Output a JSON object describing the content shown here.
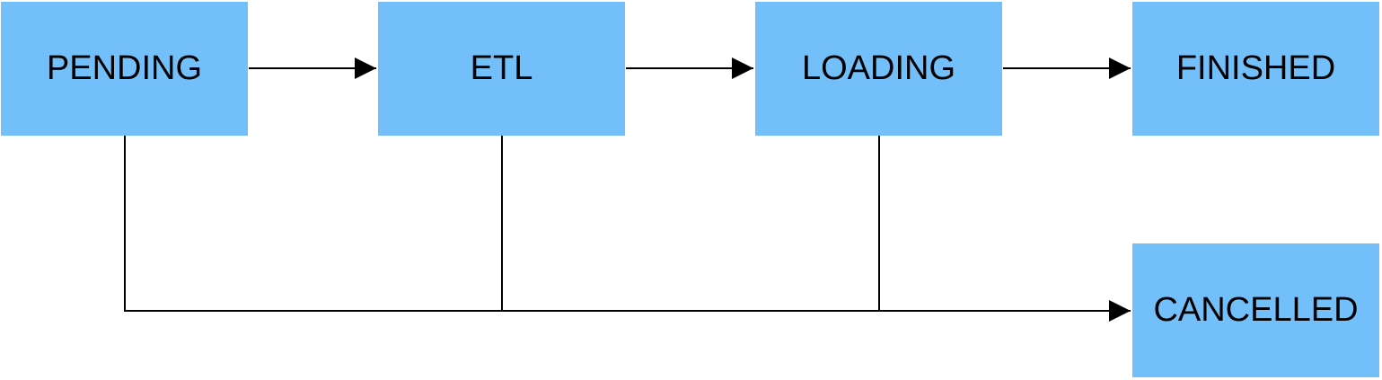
{
  "diagram": {
    "nodes": {
      "pending": "PENDING",
      "etl": "ETL",
      "loading": "LOADING",
      "finished": "FINISHED",
      "cancelled": "CANCELLED"
    },
    "edges": [
      {
        "from": "PENDING",
        "to": "ETL"
      },
      {
        "from": "ETL",
        "to": "LOADING"
      },
      {
        "from": "LOADING",
        "to": "FINISHED"
      },
      {
        "from": "PENDING",
        "to": "CANCELLED"
      },
      {
        "from": "ETL",
        "to": "CANCELLED"
      },
      {
        "from": "LOADING",
        "to": "CANCELLED"
      }
    ],
    "colors": {
      "node_fill": "#73bff9",
      "line": "#000000",
      "background": "#ffffff"
    }
  }
}
